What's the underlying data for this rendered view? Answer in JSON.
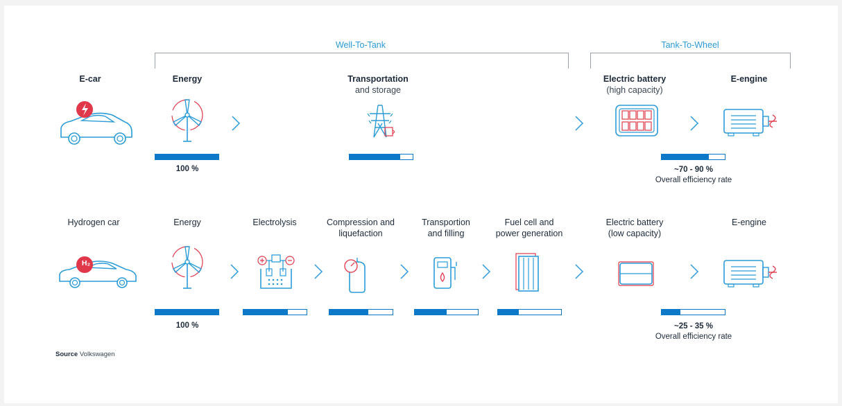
{
  "brackets": {
    "well_to_tank": "Well-To-Tank",
    "tank_to_wheel": "Tank-To-Wheel"
  },
  "ecar": {
    "label": "E-car",
    "steps": [
      {
        "title": "Energy",
        "subtitle": ""
      },
      {
        "title": "Transportation",
        "subtitle": "and storage"
      },
      {
        "title": "Electric battery",
        "subtitle": "(high capacity)"
      },
      {
        "title": "E-engine",
        "subtitle": ""
      }
    ],
    "bars": [
      1.0,
      0.8,
      0.75
    ],
    "start_pct": "100 %",
    "range": "~70 - 90 %",
    "range_label": "Overall efficiency rate"
  },
  "hcar": {
    "label": "Hydrogen car",
    "badge": "H₂",
    "steps": [
      {
        "title": "Energy",
        "subtitle": ""
      },
      {
        "title": "Electrolysis",
        "subtitle": ""
      },
      {
        "title": "Compression and",
        "subtitle": "liquefaction"
      },
      {
        "title": "Transportion",
        "subtitle": "and filling"
      },
      {
        "title": "Fuel cell and",
        "subtitle": "power generation"
      },
      {
        "title": "Electric battery",
        "subtitle": "(low capacity)"
      },
      {
        "title": "E-engine",
        "subtitle": ""
      }
    ],
    "bars": [
      1.0,
      0.7,
      0.62,
      0.5,
      0.33,
      0.3
    ],
    "start_pct": "100 %",
    "range": "~25 - 35 %",
    "range_label": "Overall efficiency rate"
  },
  "source": {
    "label": "Source",
    "value": "Volkswagen"
  },
  "colors": {
    "accent": "#0b78c8",
    "bracket_label": "#2b9bd8",
    "icon_line": "#2b9bd8",
    "icon_red": "#e0384a",
    "text": "#1e2a3a"
  }
}
